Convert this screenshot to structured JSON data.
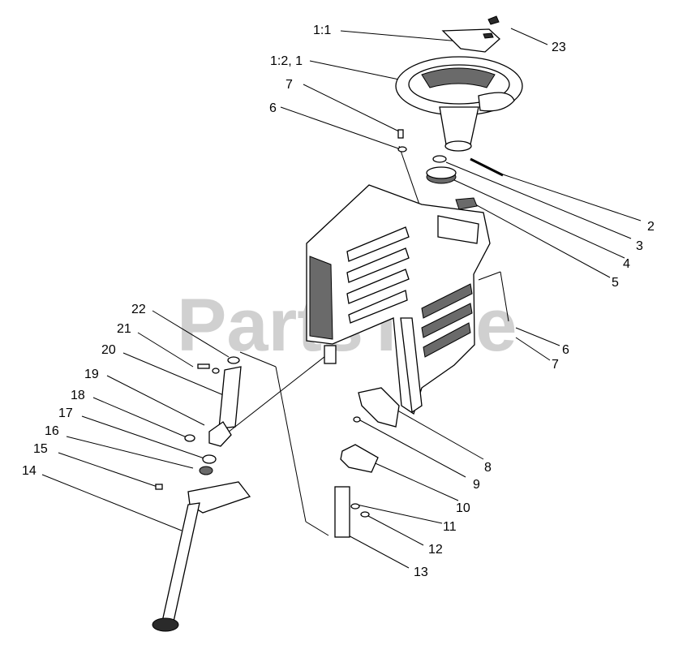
{
  "watermark": "PartsTree",
  "callouts": [
    {
      "id": "c-1-1",
      "label": "1:1"
    },
    {
      "id": "c-23",
      "label": "23"
    },
    {
      "id": "c-1-2-1",
      "label": "1:2, 1"
    },
    {
      "id": "c-7-top",
      "label": "7"
    },
    {
      "id": "c-6-top",
      "label": "6"
    },
    {
      "id": "c-2",
      "label": "2"
    },
    {
      "id": "c-3",
      "label": "3"
    },
    {
      "id": "c-4",
      "label": "4"
    },
    {
      "id": "c-5",
      "label": "5"
    },
    {
      "id": "c-6-right",
      "label": "6"
    },
    {
      "id": "c-7-right",
      "label": "7"
    },
    {
      "id": "c-22",
      "label": "22"
    },
    {
      "id": "c-21",
      "label": "21"
    },
    {
      "id": "c-20",
      "label": "20"
    },
    {
      "id": "c-19",
      "label": "19"
    },
    {
      "id": "c-18",
      "label": "18"
    },
    {
      "id": "c-17",
      "label": "17"
    },
    {
      "id": "c-16",
      "label": "16"
    },
    {
      "id": "c-15",
      "label": "15"
    },
    {
      "id": "c-14",
      "label": "14"
    },
    {
      "id": "c-8",
      "label": "8"
    },
    {
      "id": "c-9",
      "label": "9"
    },
    {
      "id": "c-10",
      "label": "10"
    },
    {
      "id": "c-11",
      "label": "11"
    },
    {
      "id": "c-12",
      "label": "12"
    },
    {
      "id": "c-13",
      "label": "13"
    }
  ]
}
